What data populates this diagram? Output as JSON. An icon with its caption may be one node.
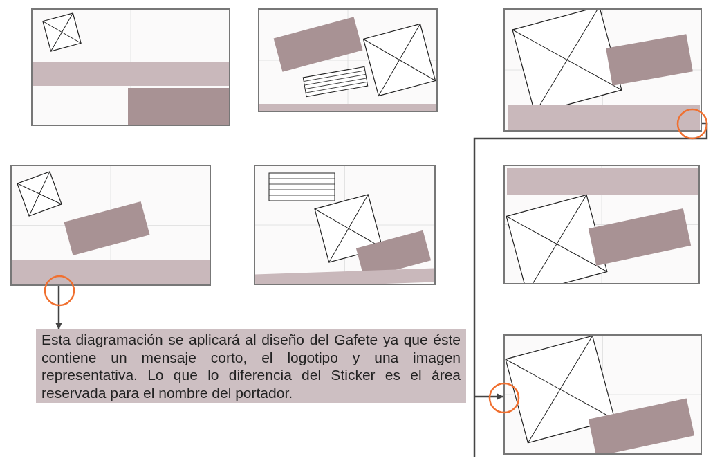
{
  "diagram": {
    "nodes": [
      {
        "text": [],
        "shape": "picture"
      },
      {
        "text": [],
        "shape": "picture"
      },
      {
        "text": [],
        "shape": "picture"
      },
      {
        "text": [],
        "shape": "picture"
      },
      {
        "text": [],
        "shape": "picture"
      },
      {
        "text": [],
        "shape": "picture"
      },
      {
        "text": [
          "Esta diagramación se aplicará al diseño del Gafete ya que éste contiene un mensaje corto, el logotipo y una imagen representativa. Lo que lo diferencia del Sticker es el área reservada para el nombre del portador."
        ]
      },
      {
        "text": [],
        "shape": "picture"
      }
    ],
    "edges": [
      {
        "from": 3,
        "to": 6,
        "arrow": "to"
      },
      {
        "from": 2,
        "to": 7,
        "arrow": "to"
      }
    ]
  }
}
